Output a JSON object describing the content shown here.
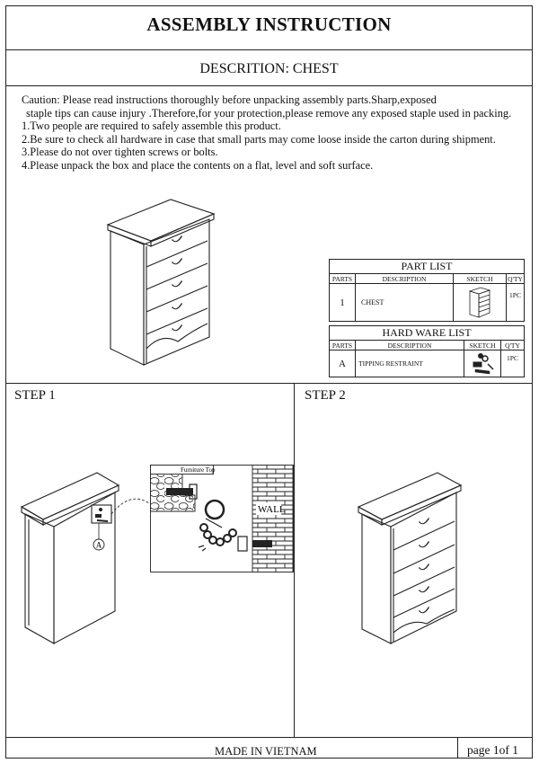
{
  "header": {
    "title": "ASSEMBLY INSTRUCTION",
    "description": "DESCRITION: CHEST"
  },
  "caution": [
    "Caution: Please read instructions thoroughly before unpacking assembly parts.Sharp,exposed",
    "staple tips can cause injury .Therefore,for your protection,please remove any exposed staple used in packing.",
    "1.Two people are required to safely assemble this product.",
    "2.Be sure to check all hardware in case that small parts may come loose inside the carton during shipment.",
    "3.Please do not over tighten screws or bolts.",
    "4.Please unpack the box and place the contents on a flat, level and soft surface."
  ],
  "part_list": {
    "title": "PART LIST",
    "headers": {
      "parts": "PARTS",
      "description": "DESCRIPTION",
      "sketch": "SKETCH",
      "qty": "Q'TY"
    },
    "rows": [
      {
        "part": "1",
        "description": "CHEST",
        "qty": "1PC"
      }
    ]
  },
  "hardware_list": {
    "title": "HARD WARE LIST",
    "headers": {
      "parts": "PARTS",
      "description": "DESCRIPTION",
      "sketch": "SKETCH",
      "qty": "Q'TY"
    },
    "rows": [
      {
        "part": "A",
        "description": "TIPPING RESTRAINT",
        "qty": "1PC"
      }
    ]
  },
  "steps": {
    "step1": {
      "label": "STEP 1",
      "callout": "A",
      "furniture_top": "Furniture Top",
      "wall": "WALL"
    },
    "step2": {
      "label": "STEP 2"
    }
  },
  "footer": {
    "made_in": "MADE IN VIETNAM",
    "page": "page 1of 1"
  }
}
